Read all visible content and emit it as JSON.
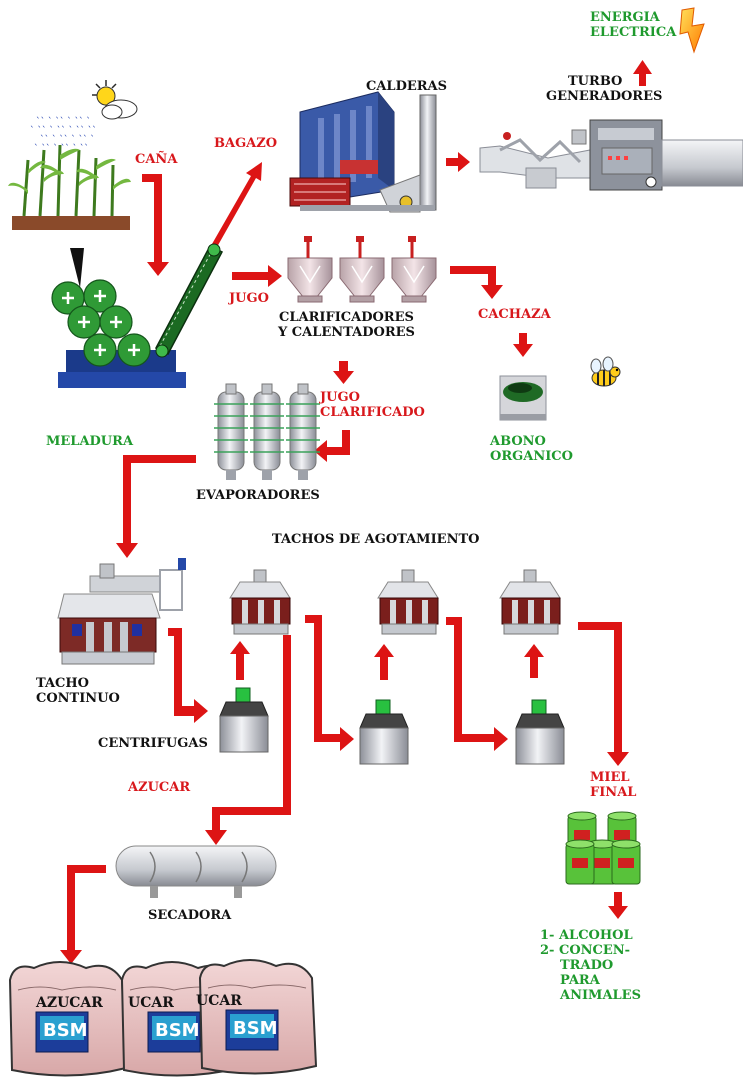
{
  "labels": {
    "energia": [
      "ENERGIA",
      "ELECTRICA"
    ],
    "turbo": [
      "TURBO",
      "GENERADORES"
    ],
    "calderas": "CALDERAS",
    "bagazo": "BAGAZO",
    "cana": "CAÑA",
    "jugo": "JUGO",
    "clarificadores": [
      "CLARIFICADORES",
      "Y CALENTADORES"
    ],
    "cachaza": "CACHAZA",
    "jugo_clarificado": [
      "JUGO",
      "CLARIFICADO"
    ],
    "abono": [
      "ABONO",
      "ORGANICO"
    ],
    "meladura": "MELADURA",
    "evaporadores": "EVAPORADORES",
    "tachos": "TACHOS DE AGOTAMIENTO",
    "tacho_continuo": [
      "TACHO",
      "CONTINUO"
    ],
    "centrifugas": "CENTRIFUGAS",
    "azucar": "AZUCAR",
    "miel_final": [
      "MIEL",
      "FINAL"
    ],
    "secadora": "SECADORA",
    "subproductos": [
      "1- ALCOHOL",
      "2- CONCEN-",
      "TRADO",
      "PARA",
      "ANIMALES"
    ]
  },
  "sacks": {
    "texts": [
      "AZUCAR",
      "UCAR",
      "UCAR"
    ],
    "brand": "BSM"
  },
  "colors": {
    "arrow": "#dd1414",
    "label_red": "#d8181c",
    "label_green": "#1f9a2e",
    "steel": "#b9bcc4",
    "dark_red": "#7a1414"
  }
}
